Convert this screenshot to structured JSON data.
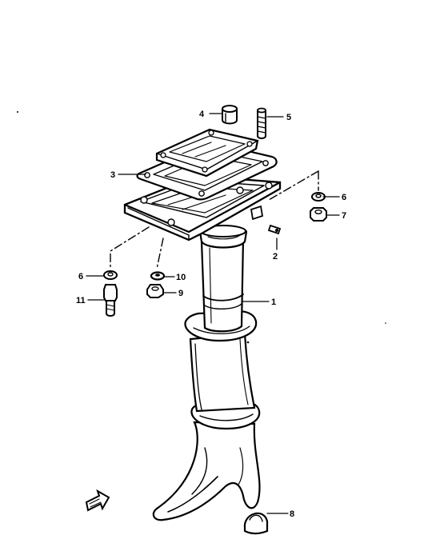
{
  "callouts": [
    {
      "id": "c1",
      "text": "1"
    },
    {
      "id": "c2",
      "text": "2"
    },
    {
      "id": "c3",
      "text": "3"
    },
    {
      "id": "c4",
      "text": "4"
    },
    {
      "id": "c5",
      "text": "5"
    },
    {
      "id": "c6a",
      "text": "6"
    },
    {
      "id": "c6b",
      "text": "6"
    },
    {
      "id": "c7",
      "text": "7"
    },
    {
      "id": "c8",
      "text": "8"
    },
    {
      "id": "c9",
      "text": "9"
    },
    {
      "id": "c10",
      "text": "10"
    },
    {
      "id": "c11",
      "text": "11"
    }
  ],
  "icons": {
    "direction_arrow": "front-direction-arrow-icon"
  }
}
